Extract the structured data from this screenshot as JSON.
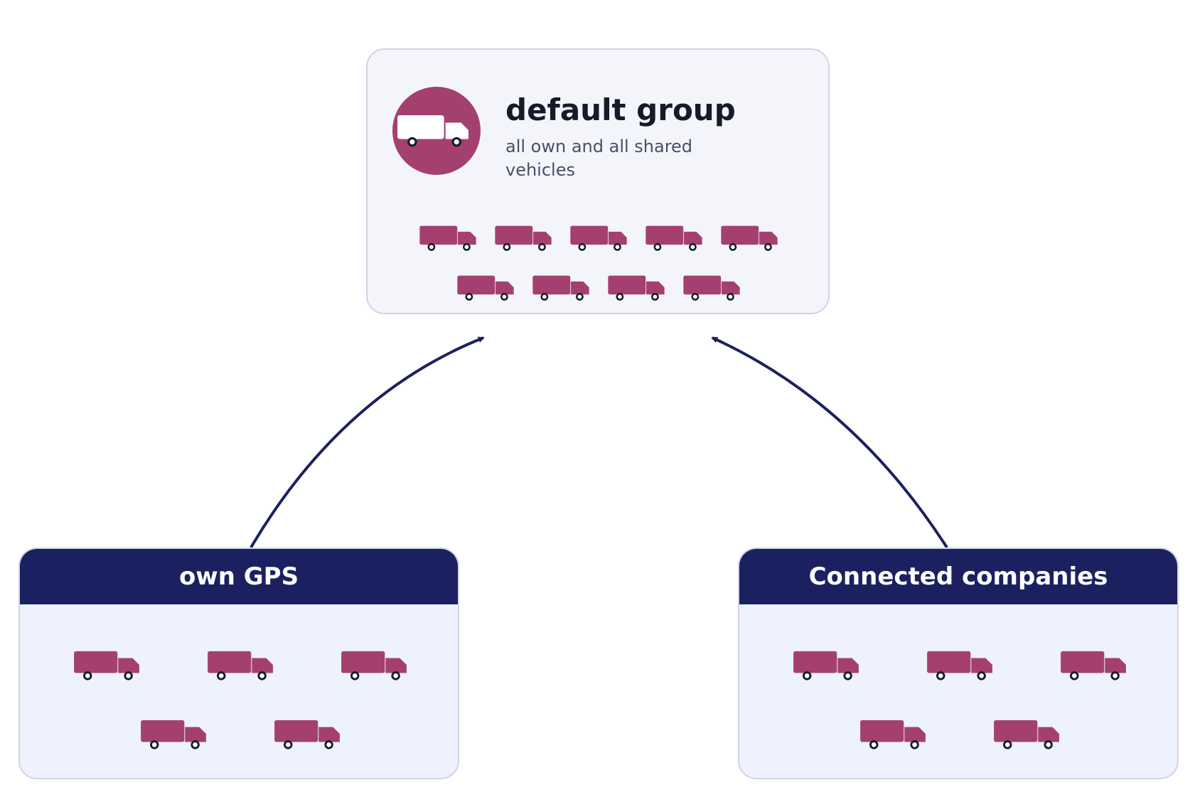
{
  "colors": {
    "accent": "#a4406f",
    "navy": "#1b2160",
    "wheel": "#161a2b"
  },
  "icons": {
    "vehicle": "truck-icon",
    "badge": "truck-icon",
    "arrow": "arrow-up-icon"
  },
  "default_group": {
    "title": "default group",
    "subtitle": "all own and all shared vehicles",
    "vehicle_rows": [
      5,
      4
    ]
  },
  "sources": [
    {
      "title": "own GPS",
      "vehicle_rows": [
        3,
        2
      ]
    },
    {
      "title": "Connected companies",
      "vehicle_rows": [
        3,
        2
      ]
    }
  ]
}
